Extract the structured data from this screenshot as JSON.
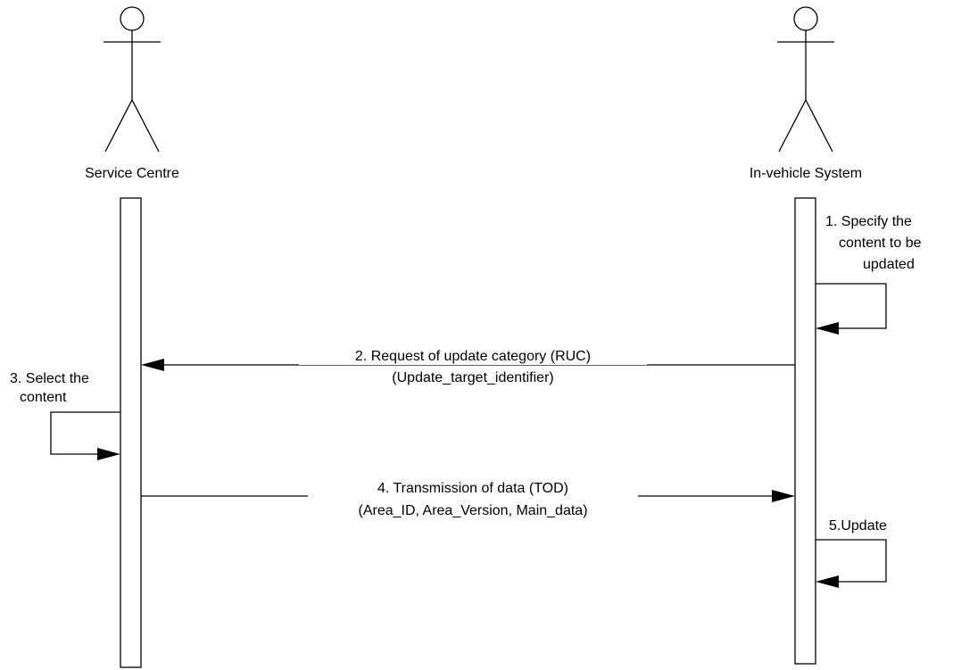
{
  "actors": {
    "left": {
      "name": "Service Centre",
      "icon": "stick-figure-icon"
    },
    "right": {
      "name": "In-vehicle System",
      "icon": "stick-figure-icon"
    }
  },
  "messages": {
    "m1": {
      "line1": "1. Specify the",
      "line2": "content to be",
      "line3": "updated"
    },
    "m2": {
      "line1": "2. Request of update category  (RUC)",
      "line2": "(Update_target_identifier)"
    },
    "m3": {
      "line1": "3. Select the",
      "line2": "content"
    },
    "m4": {
      "line1": "4. Transmission of data  (TOD)",
      "line2": "(Area_ID, Area_Version, Main_data)"
    },
    "m5": {
      "line1": "5.Update"
    }
  },
  "colors": {
    "stroke": "#000000",
    "background": "#ffffff"
  }
}
